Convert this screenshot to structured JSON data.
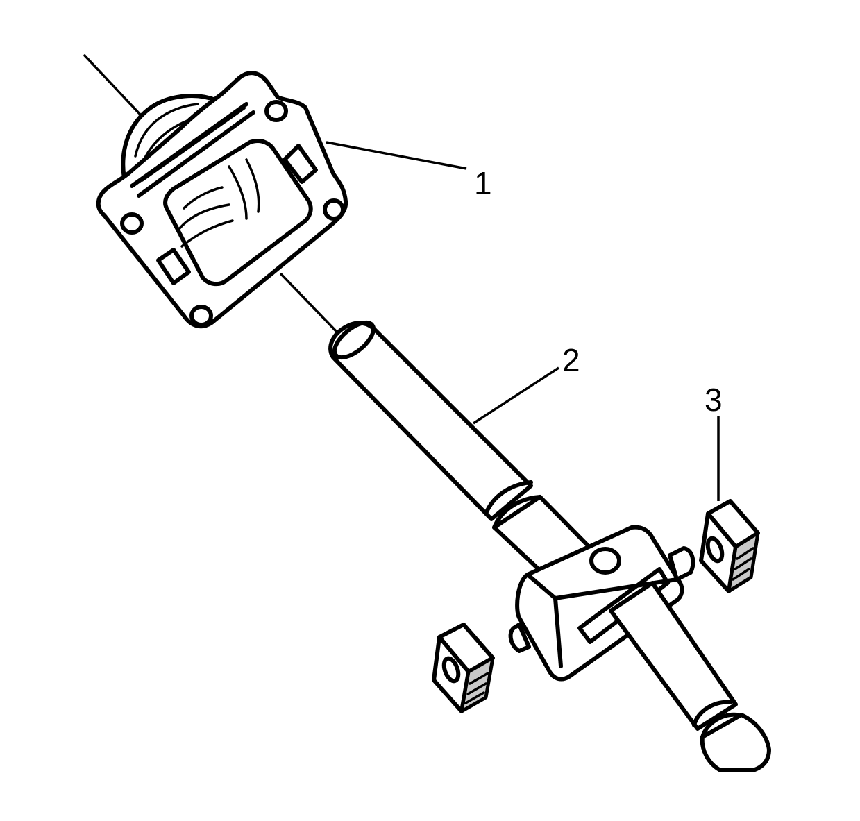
{
  "callouts": {
    "c1": "1",
    "c2": "2",
    "c3": "3"
  },
  "colors": {
    "line": "#000000",
    "part_fill": "#ffffff",
    "block_shade": "#c9c9c9"
  }
}
